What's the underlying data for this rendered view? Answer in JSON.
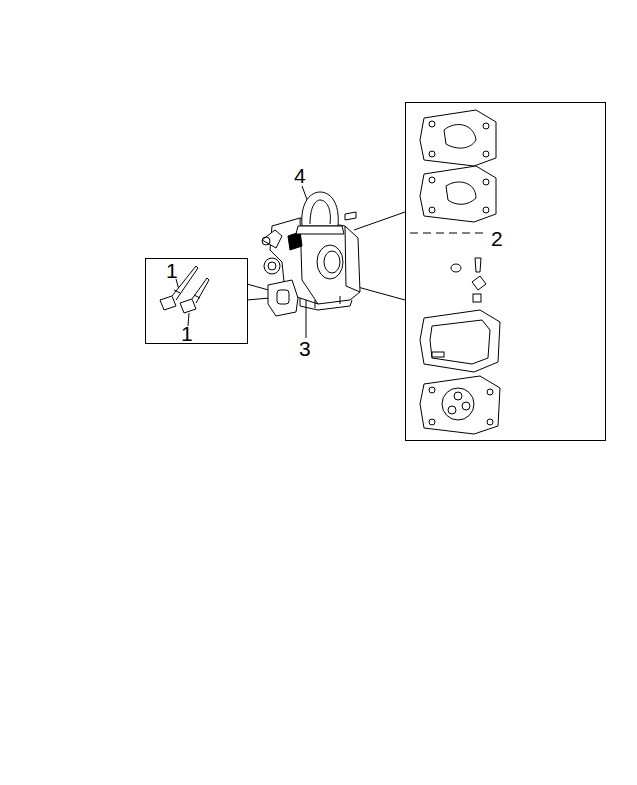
{
  "diagram": {
    "labels": [
      "4",
      "1",
      "2",
      "1",
      "3"
    ]
  }
}
